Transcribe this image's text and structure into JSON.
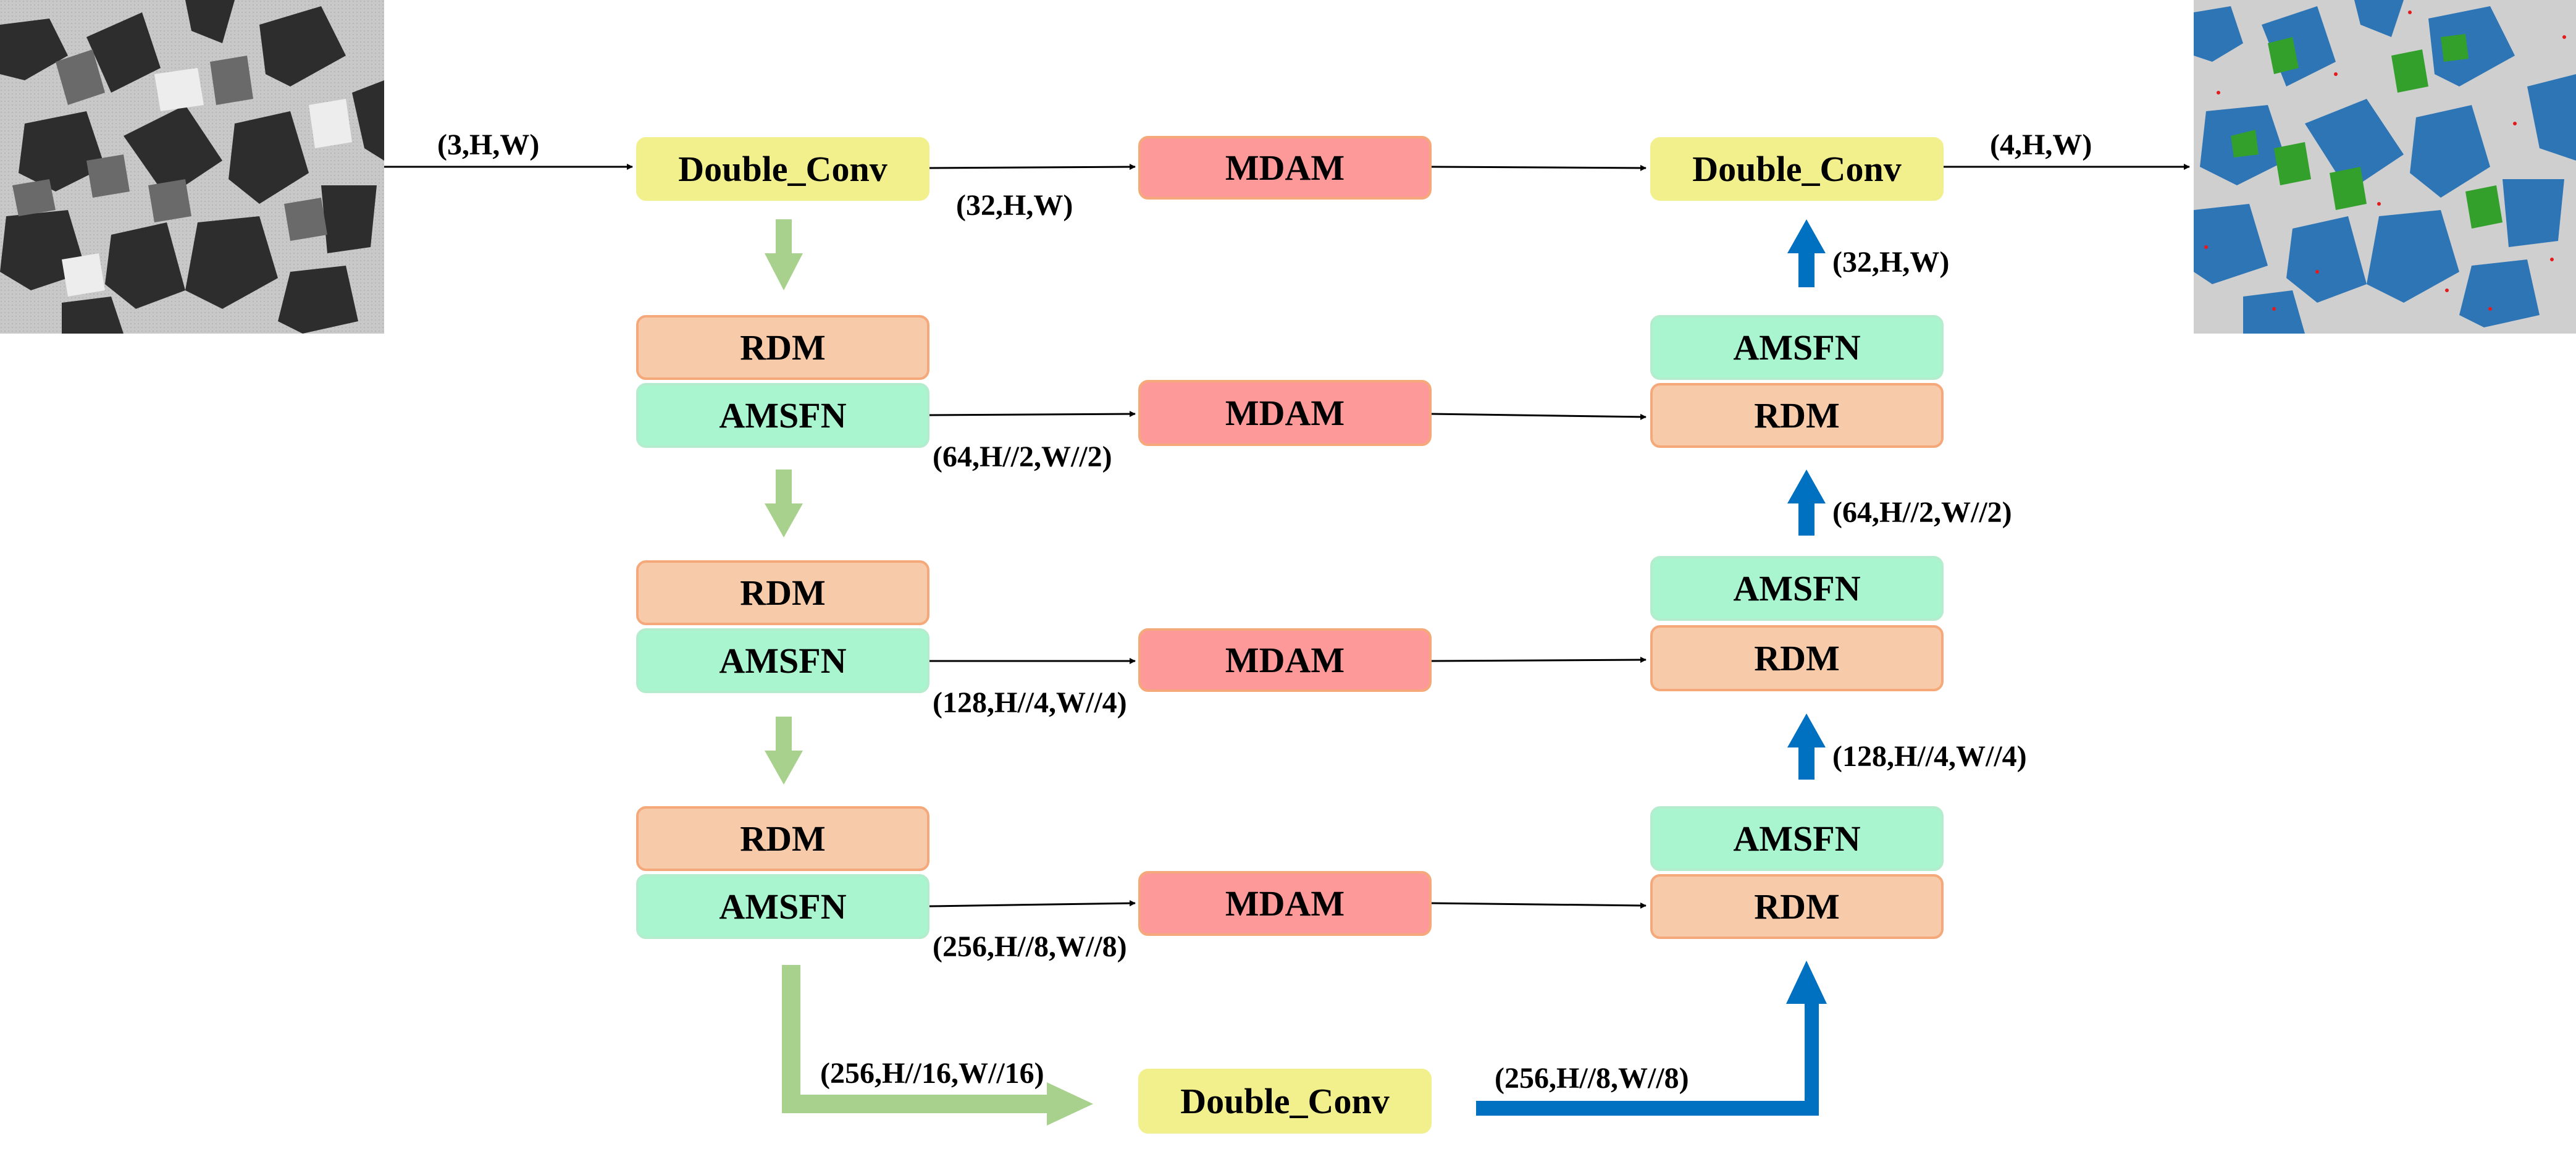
{
  "blocks": {
    "double_conv": "Double_Conv",
    "mdam": "MDAM",
    "rdm": "RDM",
    "amsfn": "AMSFN"
  },
  "dims": {
    "input": "(3,H,W)",
    "enc0": "(32,H,W)",
    "output": "(4,H,W)",
    "dec_up0": "(32,H,W)",
    "enc1": "(64,H//2,W//2)",
    "dec_up1": "(64,H//2,W//2)",
    "enc2": "(128,H//4,W//4)",
    "dec_up2": "(128,H//4,W//4)",
    "enc3": "(256,H//8,W//8)",
    "bottleneck_in": "(256,H//16,W//16)",
    "bottleneck_out": "(256,H//8,W//8)"
  },
  "colors": {
    "double_conv": "#f2f08c",
    "mdam": "#fe9999",
    "rdm": "#f7caa9",
    "amsfn": "#a8f5cf",
    "down_arrow": "#a9d18e",
    "up_arrow": "#0070c0",
    "seg_background": "#cfcfcf",
    "seg_blue": "#2e75b6",
    "seg_green": "#33a02c",
    "seg_red": "#e41a1c"
  },
  "images": {
    "input_icon": "micrograph-grayscale-image",
    "output_icon": "segmentation-mask-image"
  }
}
